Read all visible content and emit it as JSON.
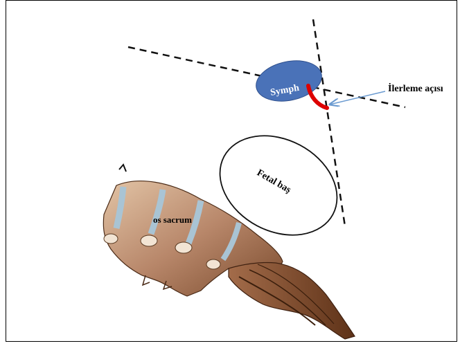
{
  "labels": {
    "angle": "İlerleme açısı",
    "symphysis": "Symph",
    "fetal_head": "Fetal baş",
    "sacrum": "os sacrum"
  },
  "colors": {
    "symphysis_fill": "#4a72b8",
    "angle_arc": "#dd0000",
    "arrow": "#6a9ad0",
    "line": "#111111",
    "bone_light": "#d9b99a",
    "bone_mid": "#b07e5a",
    "bone_dark": "#6e3f22",
    "disc": "#a9c4d4"
  }
}
